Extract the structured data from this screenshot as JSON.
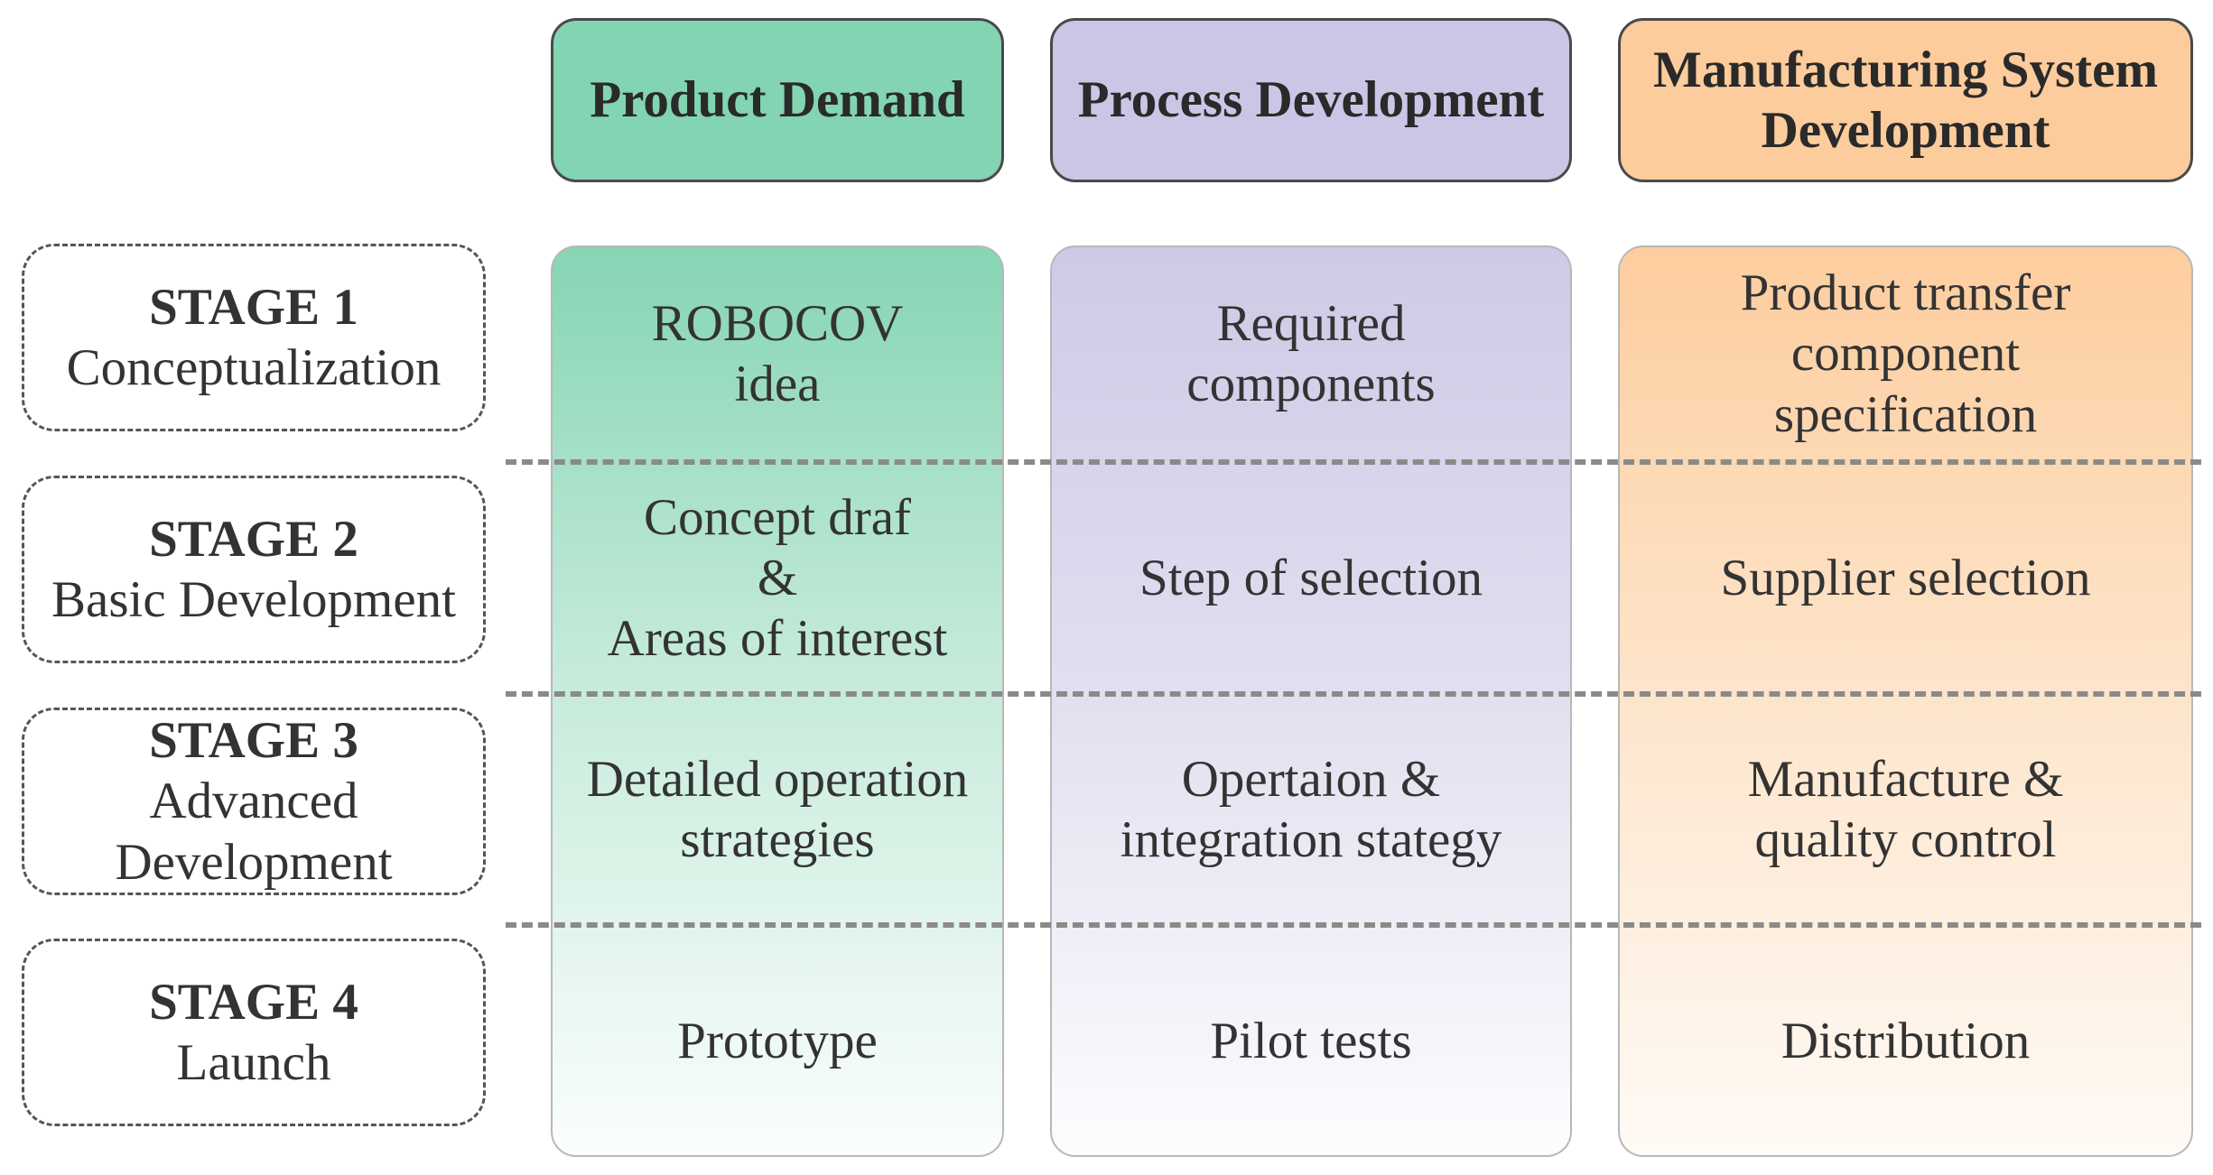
{
  "headers": {
    "product_demand": "Product Demand",
    "process_development": "Process Development",
    "manufacturing_system": "Manufacturing System\nDevelopment"
  },
  "stages": [
    {
      "title": "STAGE 1",
      "name": "Conceptualization"
    },
    {
      "title": "STAGE 2",
      "name": "Basic Development"
    },
    {
      "title": "STAGE 3",
      "name": "Advanced\nDevelopment"
    },
    {
      "title": "STAGE 4",
      "name": "Launch"
    }
  ],
  "product_demand": [
    "ROBOCOV\nidea",
    "Concept draf\n&\nAreas of interest",
    "Detailed operation\nstrategies",
    "Prototype"
  ],
  "process_development": [
    "Required\ncomponents",
    "Step of selection",
    "Opertaion &\nintegration stategy",
    "Pilot tests"
  ],
  "manufacturing_system": [
    "Product transfer\ncomponent\nspecification",
    "Supplier selection",
    "Manufacture &\nquality control",
    "Distribution"
  ],
  "colors": {
    "product_demand_header": "#82d4b3",
    "process_development_header": "#cbc6e6",
    "manufacturing_system_header": "#fdcc9c"
  }
}
